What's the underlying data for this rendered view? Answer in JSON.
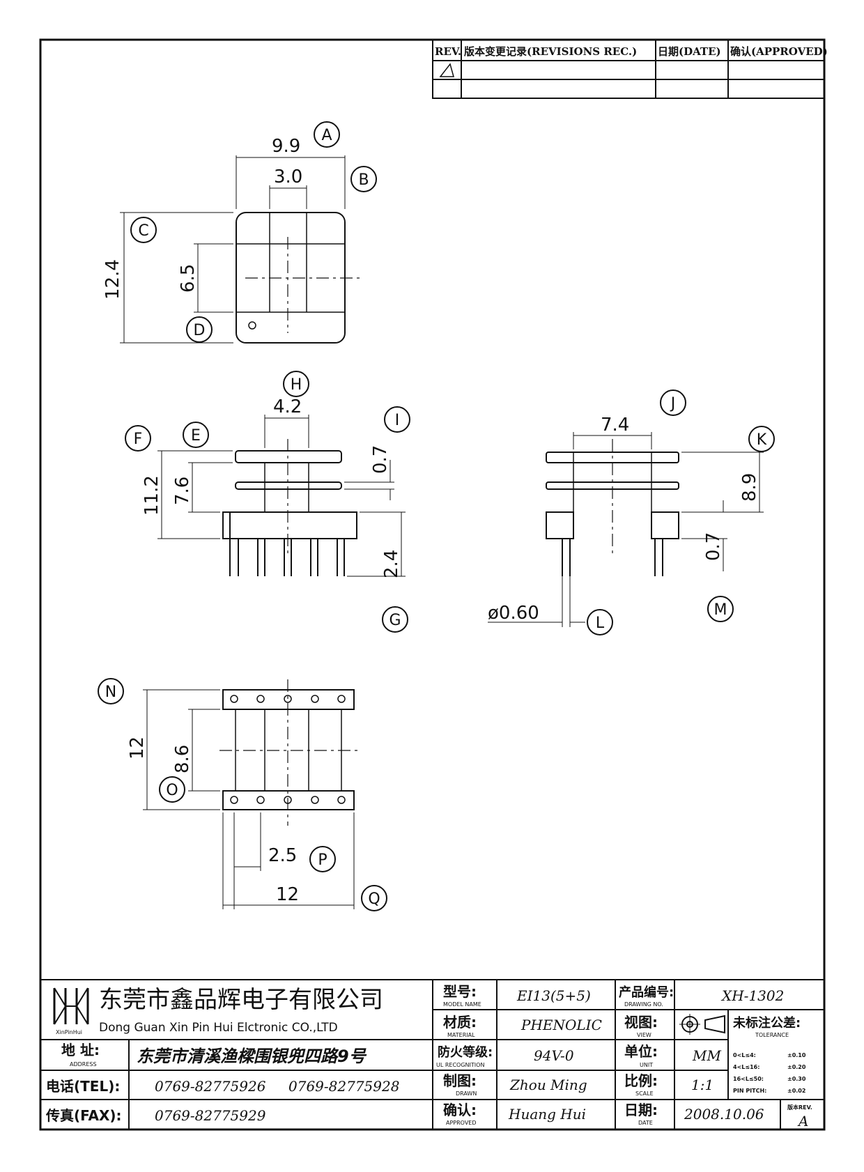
{
  "revisions": {
    "rev_label": "REV.",
    "rec_label": "版本变更记录(REVISIONS REC.)",
    "date_label": "日期(DATE)",
    "approved_label": "确认(APPROVED)"
  },
  "dimensions": {
    "top_view": {
      "width": "9.9",
      "slot_width": "3.0",
      "height": "12.4",
      "inner_height": "6.5"
    },
    "front_view": {
      "center_width": "4.2",
      "total_height": "11.2",
      "flange_height": "7.6",
      "flange_thickness": "0.7",
      "pin_length": "2.4"
    },
    "side_view": {
      "width": "7.4",
      "height": "8.9",
      "base_thickness": "0.7",
      "pin_diameter": "ø0.60"
    },
    "bottom_view": {
      "total_height": "12",
      "inner_height": "8.6",
      "pin_pitch": "2.5",
      "total_width": "12"
    }
  },
  "callouts": [
    "A",
    "B",
    "C",
    "D",
    "E",
    "F",
    "G",
    "H",
    "I",
    "J",
    "K",
    "L",
    "M",
    "N",
    "O",
    "P",
    "Q"
  ],
  "title_block": {
    "company_cn": "东莞市鑫品辉电子有限公司",
    "company_en": "Dong Guan Xin Pin Hui Elctronic CO.,LTD",
    "logo_caption": "XinPinHui",
    "address_label": "地  址:",
    "address_label_en": "ADDRESS",
    "address_value": "东莞市清溪渔樑围银兜四路9号",
    "tel_label": "电话(TEL):",
    "tel_value_1": "0769-82775926",
    "tel_value_2": "0769-82775928",
    "fax_label": "传真(FAX):",
    "fax_value": "0769-82775929",
    "model_label": "型号:",
    "model_label_en": "MODEL NAME",
    "model_value": "EI13(5+5)",
    "material_label": "材质:",
    "material_label_en": "MATERIAL",
    "material_value": "PHENOLIC",
    "flame_label": "防火等级:",
    "flame_label_en": "UL RECOGNITION",
    "flame_value": "94V-0",
    "drawn_label": "制图:",
    "drawn_label_en": "DRAWN",
    "drawn_value": "Zhou Ming",
    "approved_label": "确认:",
    "approved_label_en": "APPROVED",
    "approved_value": "Huang Hui",
    "drawing_no_label": "产品编号:",
    "drawing_no_label_en": "DRAWING NO.",
    "drawing_no_value": "XH-1302",
    "view_label": "视图:",
    "view_label_en": "VIEW",
    "unit_label": "单位:",
    "unit_label_en": "UNIT",
    "unit_value": "MM",
    "scale_label": "比例:",
    "scale_label_en": "SCALE",
    "scale_value": "1:1",
    "date_label": "日期:",
    "date_label_en": "DATE",
    "date_value": "2008.10.06",
    "tolerance_label": "未标注公差:",
    "tolerance_label_en": "TOLERANCE",
    "tolerances": [
      {
        "range": "0<L≤4:",
        "value": "±0.10"
      },
      {
        "range": "4<L≤16:",
        "value": "±0.20"
      },
      {
        "range": "16<L≤50:",
        "value": "±0.30"
      },
      {
        "range": "PIN PITCH:",
        "value": "±0.02"
      }
    ],
    "rev_label": "版本REV.",
    "rev_value": "A"
  }
}
